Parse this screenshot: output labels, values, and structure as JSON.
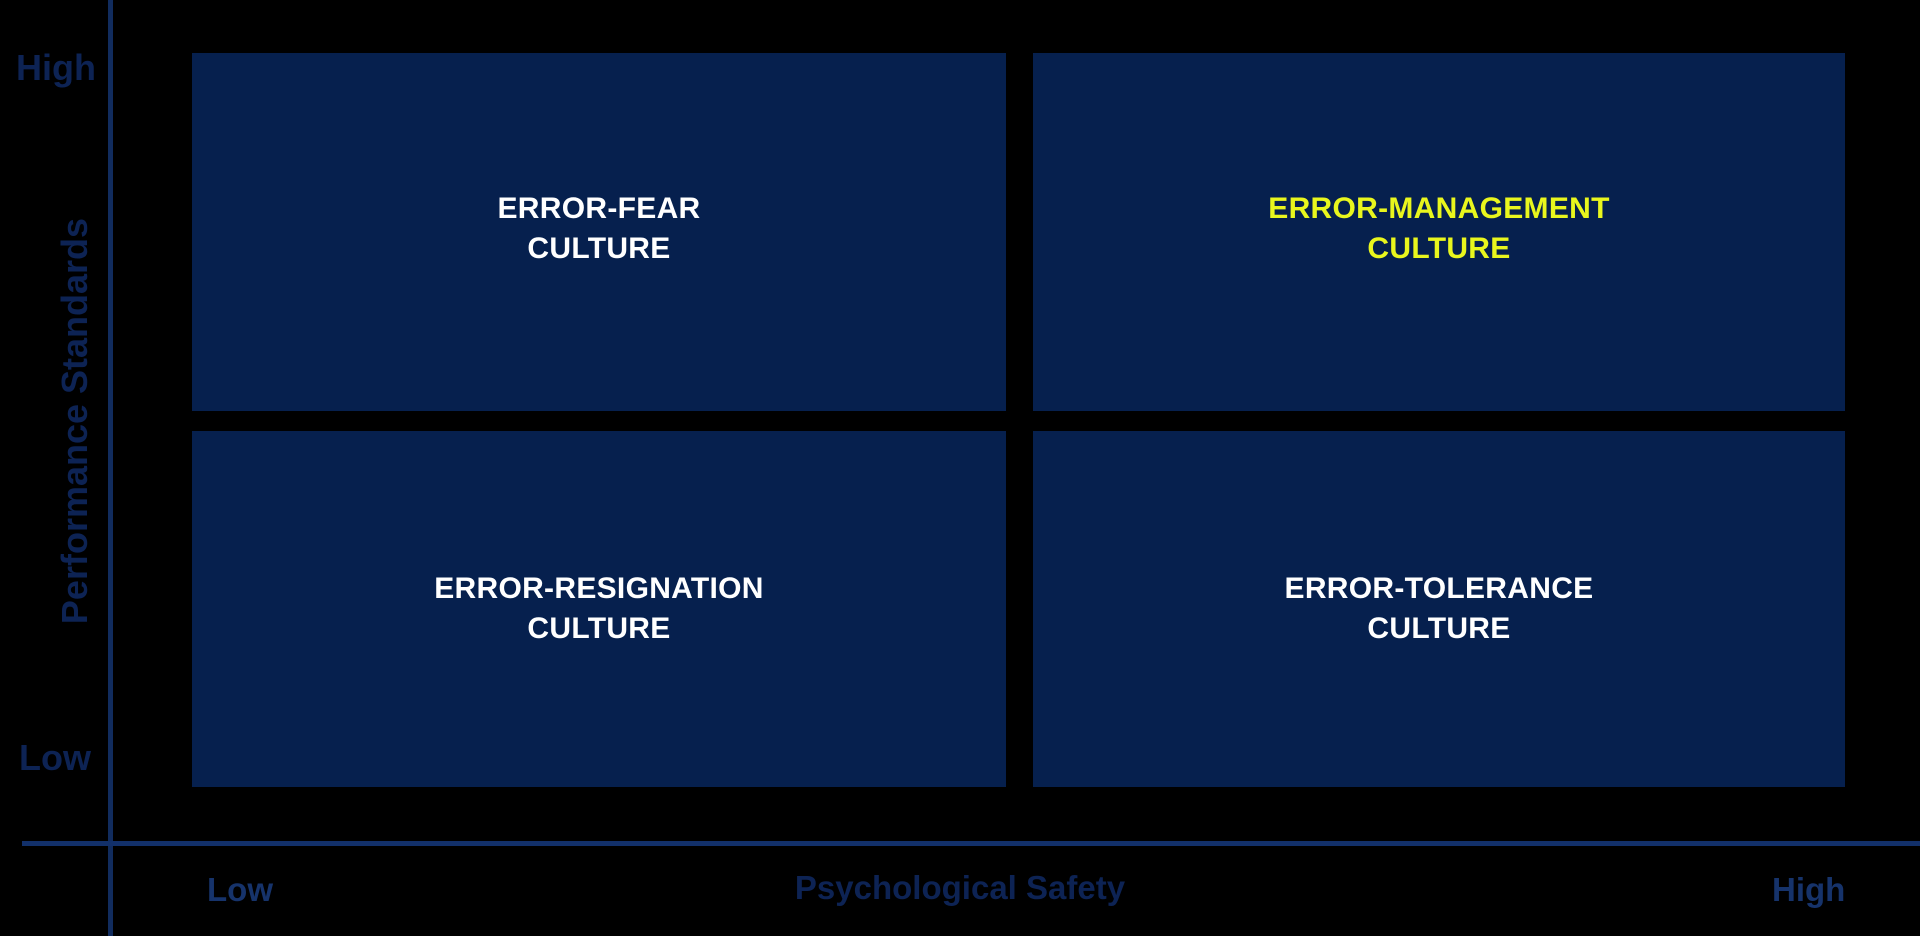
{
  "diagram": {
    "type": "2x2-matrix",
    "background_color": "#000000",
    "quadrant_fill_color": "#06204e",
    "axis_color": "#0d2354",
    "accent_color": "#e9f61d",
    "default_label_color": "#ffffff"
  },
  "axes": {
    "y": {
      "title": "Performance Standards",
      "ticks": {
        "high": "High",
        "low": "Low"
      }
    },
    "x": {
      "title": "Psychological Safety",
      "ticks": {
        "low": "Low",
        "high": "High"
      }
    }
  },
  "quadrants": [
    {
      "id": "top-left",
      "line1": "ERROR-FEAR",
      "line2": "CULTURE",
      "text": "ERROR-FEAR\nCULTURE",
      "highlighted": false,
      "y_level": "High",
      "x_level": "Low"
    },
    {
      "id": "top-right",
      "line1": "ERROR-MANAGEMENT",
      "line2": "CULTURE",
      "text": "ERROR-MANAGEMENT\nCULTURE",
      "highlighted": true,
      "y_level": "High",
      "x_level": "High"
    },
    {
      "id": "bottom-left",
      "line1": "ERROR-RESIGNATION",
      "line2": "CULTURE",
      "text": "ERROR-RESIGNATION\nCULTURE",
      "highlighted": false,
      "y_level": "Low",
      "x_level": "Low"
    },
    {
      "id": "bottom-right",
      "line1": "ERROR-TOLERANCE",
      "line2": "CULTURE",
      "text": "ERROR-TOLERANCE\nCULTURE",
      "highlighted": false,
      "y_level": "Low",
      "x_level": "High"
    }
  ]
}
